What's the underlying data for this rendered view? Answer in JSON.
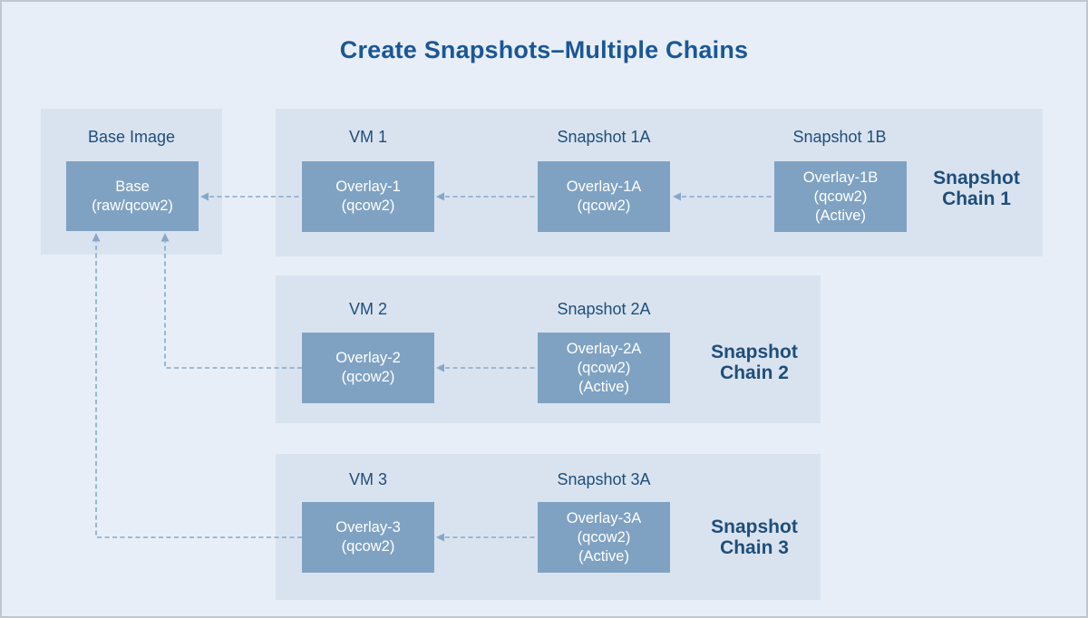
{
  "title": "Create Snapshots–Multiple Chains",
  "base": {
    "label": "Base Image",
    "box": [
      "Base",
      "(raw/qcow2)"
    ]
  },
  "chains": [
    {
      "caption": [
        "Snapshot",
        "Chain 1"
      ],
      "nodes": [
        {
          "label": "VM 1",
          "box": [
            "Overlay-1",
            "(qcow2)"
          ]
        },
        {
          "label": "Snapshot 1A",
          "box": [
            "Overlay-1A",
            "(qcow2)"
          ]
        },
        {
          "label": "Snapshot 1B",
          "box": [
            "Overlay-1B",
            "(qcow2)",
            "(Active)"
          ]
        }
      ]
    },
    {
      "caption": [
        "Snapshot",
        "Chain 2"
      ],
      "nodes": [
        {
          "label": "VM 2",
          "box": [
            "Overlay-2",
            "(qcow2)"
          ]
        },
        {
          "label": "Snapshot 2A",
          "box": [
            "Overlay-2A",
            "(qcow2)",
            "(Active)"
          ]
        }
      ]
    },
    {
      "caption": [
        "Snapshot",
        "Chain 3"
      ],
      "nodes": [
        {
          "label": "VM 3",
          "box": [
            "Overlay-3",
            "(qcow2)"
          ]
        },
        {
          "label": "Snapshot 3A",
          "box": [
            "Overlay-3A",
            "(qcow2)",
            "(Active)"
          ]
        }
      ]
    }
  ],
  "colors": {
    "background": "#e8eef7",
    "panel": "#d9e3f0",
    "box": "#7fa2c3",
    "box_text": "#ffffff",
    "title_text": "#1a5796",
    "label_text": "#1f4e79",
    "arrow": "#88a7c7",
    "border": "#c2c6cc"
  }
}
